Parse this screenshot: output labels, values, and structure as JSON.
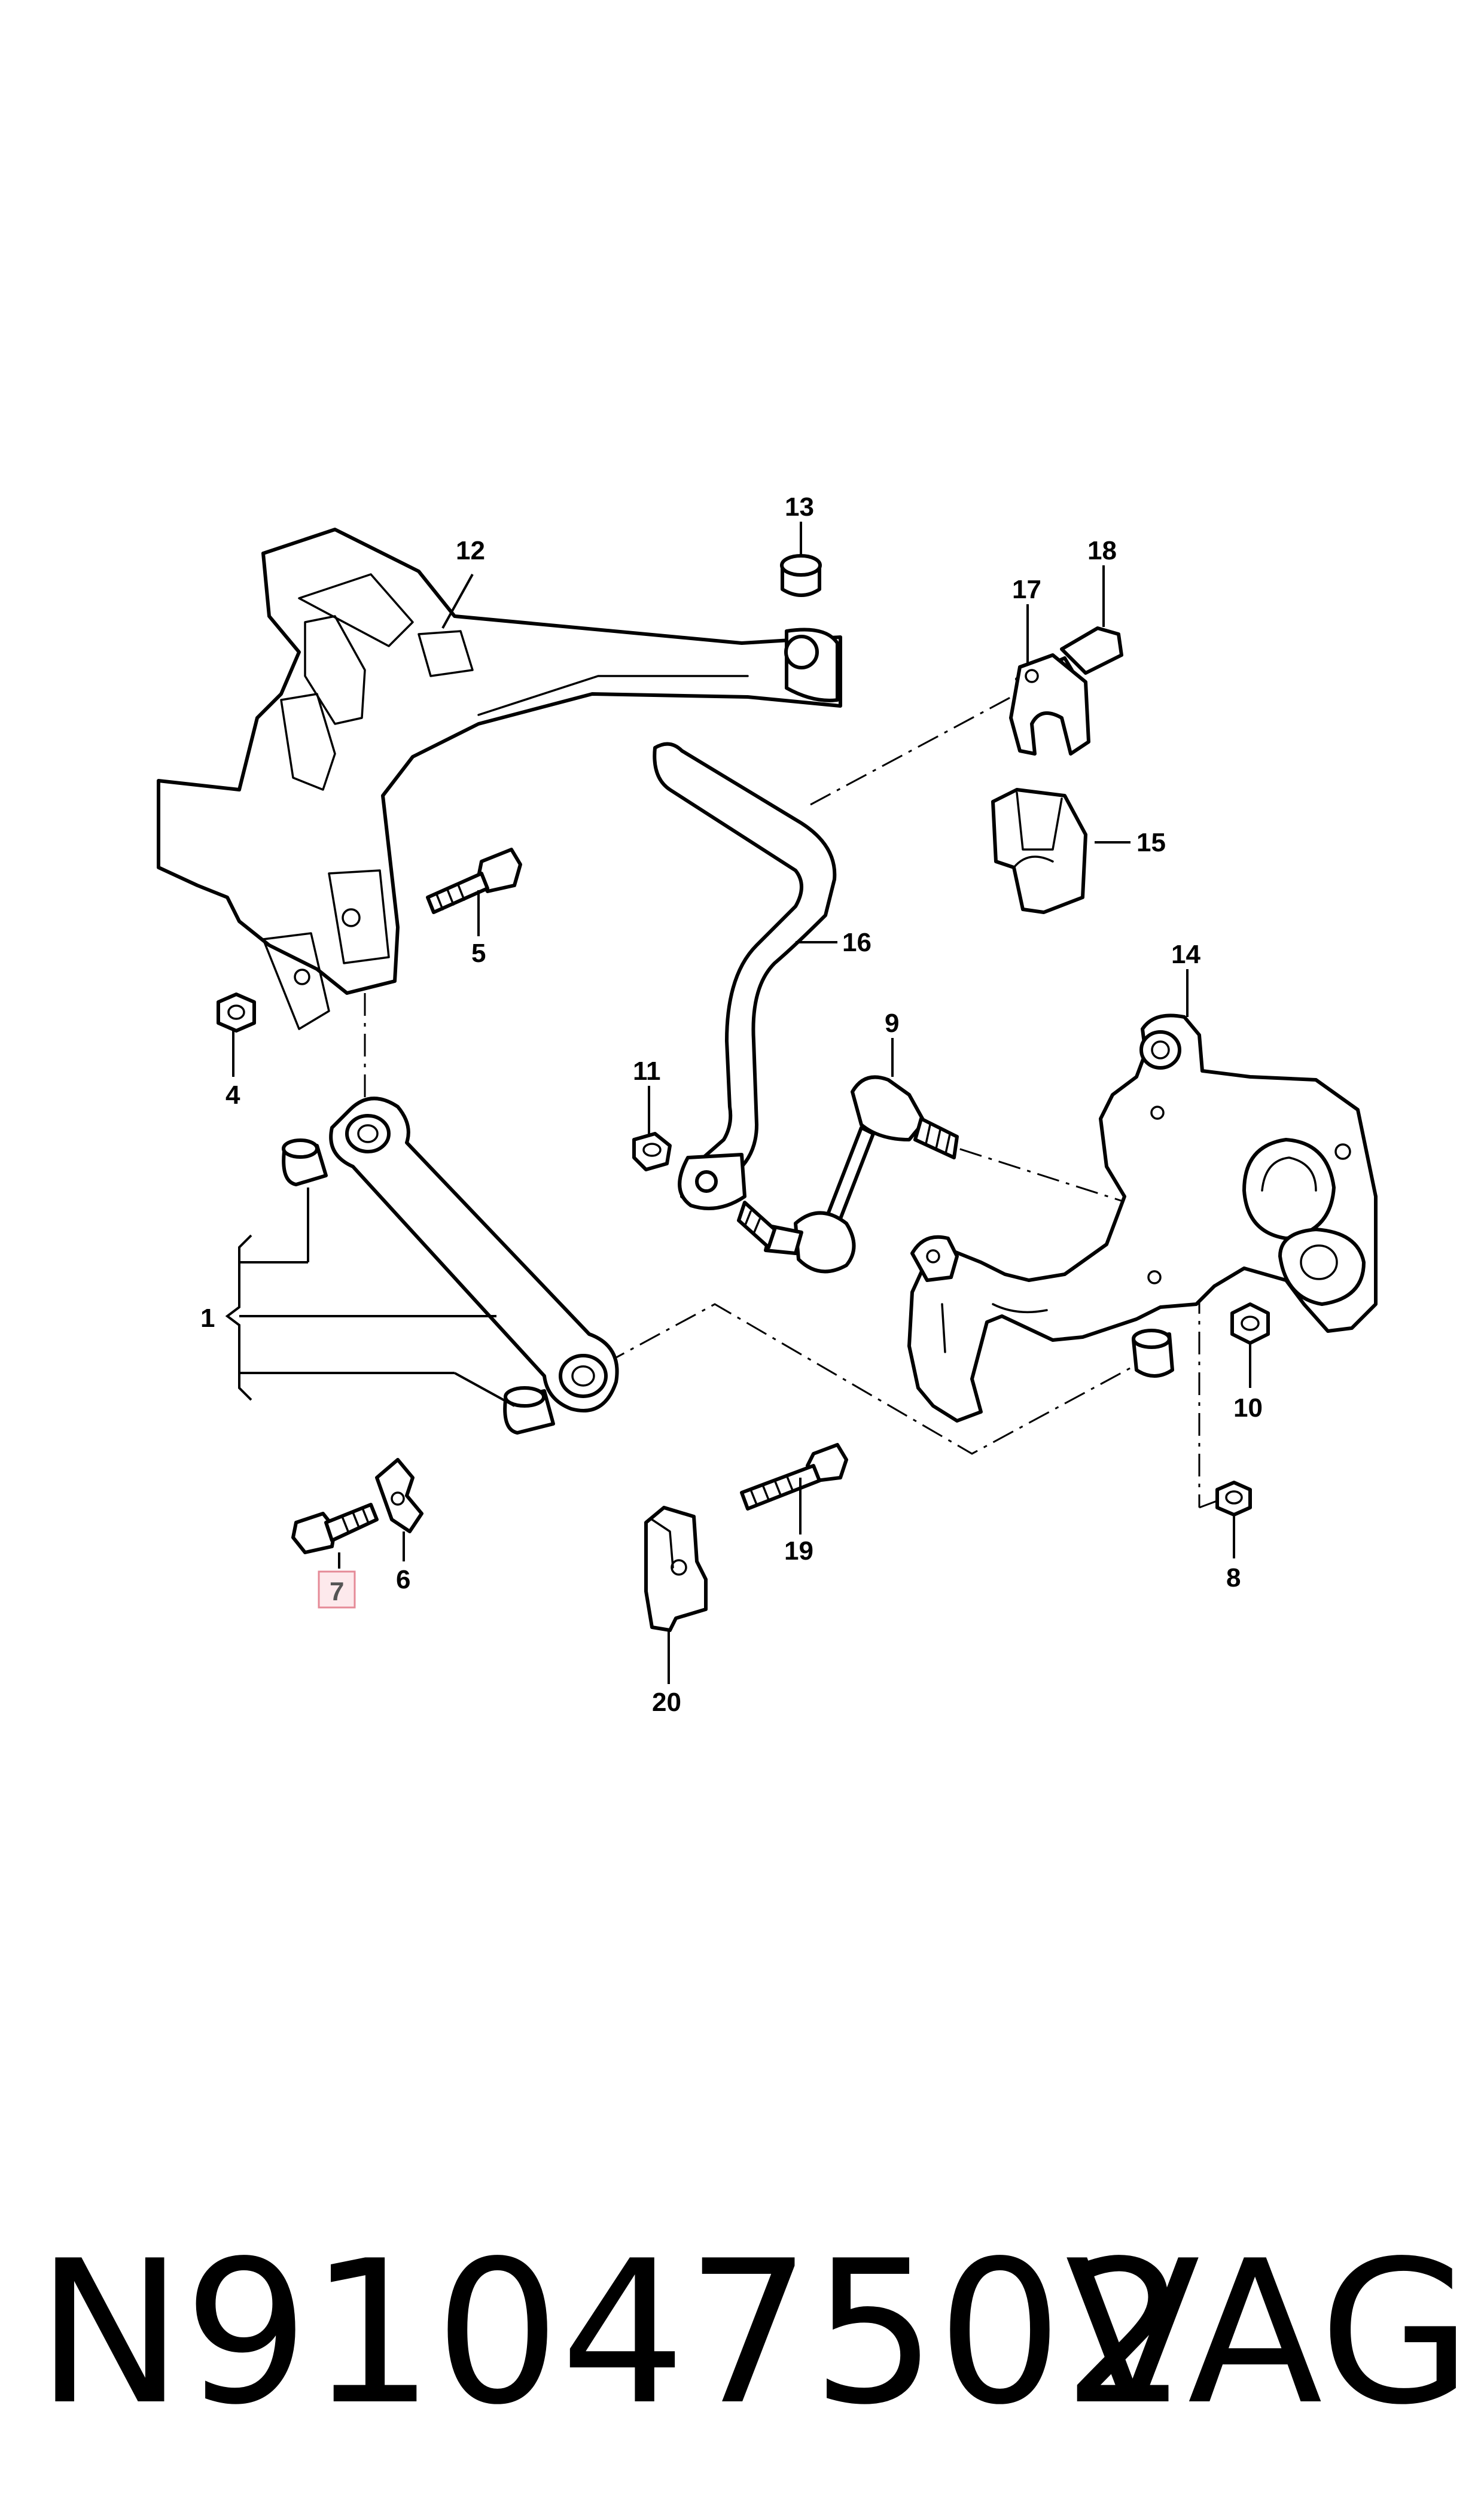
{
  "diagram": {
    "callouts": [
      "1",
      "4",
      "5",
      "6",
      "7",
      "8",
      "9",
      "10",
      "11",
      "12",
      "13",
      "14",
      "15",
      "16",
      "17",
      "18",
      "19",
      "20"
    ],
    "highlighted_callout": "7"
  },
  "footer": {
    "part_number": "N91047502",
    "brand": "VAG"
  },
  "colors": {
    "highlight_fill": "#fde9ec",
    "highlight_border": "#e58a97",
    "line": "#000000"
  }
}
